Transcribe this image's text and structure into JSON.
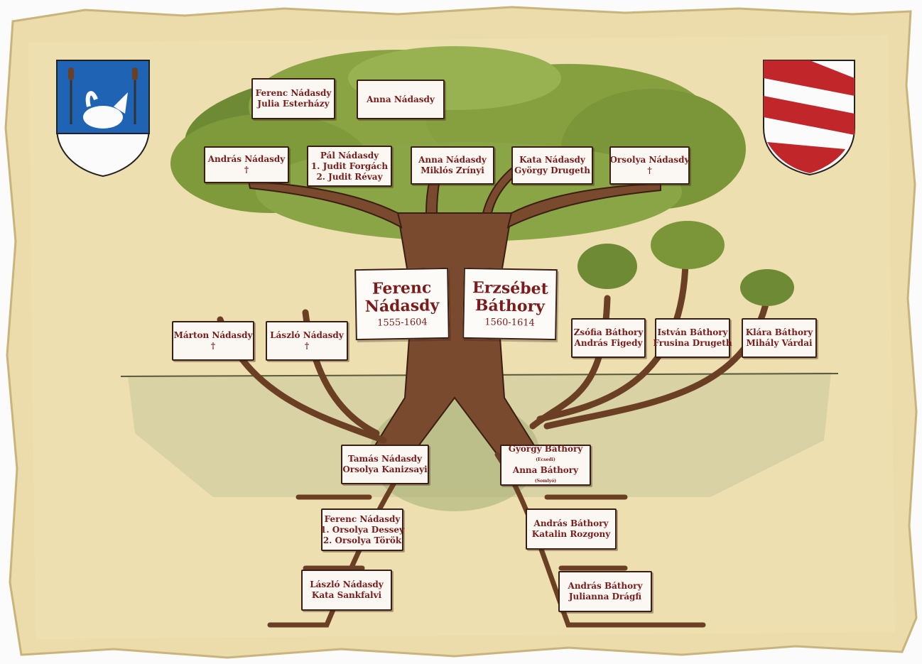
{
  "colors": {
    "parchment": "#eedfb0",
    "trunk": "#7a4a2e",
    "leaf": "#7f9a3a",
    "ink": "#7a1c1c",
    "shield_left": "#1e63b4",
    "shield_right": "#c0262a"
  },
  "crests": {
    "left": "swan-shield-icon",
    "right": "red-white-bend-shield-icon"
  },
  "center": {
    "ferenc": {
      "line1": "Ferenc",
      "line2": "Nádasdy",
      "years": "1555-1604"
    },
    "erzsebet": {
      "line1": "Erzsébet",
      "line2": "Báthory",
      "years": "1560-1614"
    }
  },
  "top_row": {
    "ferenc_julia": {
      "line1": "Ferenc Nádasdy",
      "line2": "Julia Esterházy"
    },
    "anna": {
      "line1": "Anna Nádasdy"
    }
  },
  "children": {
    "andras": {
      "line1": "András Nádasdy",
      "line2": "†"
    },
    "pal": {
      "line1": "Pál Nádasdy",
      "line2": "1. Judit Forgách",
      "line3": "2. Judit Révay"
    },
    "anna_miklos": {
      "line1": "Anna Nádasdy",
      "line2": "Miklós Zrínyi"
    },
    "kata": {
      "line1": "Kata Nádasdy",
      "line2": "György Drugeth"
    },
    "orsolya": {
      "line1": "Orsolya Nádasdy",
      "line2": "†"
    }
  },
  "nadasdy_siblings": {
    "marton": {
      "line1": "Márton Nádasdy",
      "line2": "†"
    },
    "laszlo": {
      "line1": "László Nádasdy",
      "line2": "†"
    }
  },
  "bathory_siblings": {
    "zsofia": {
      "line1": "Zsófia Báthory",
      "line2": "András Figedy"
    },
    "istvan": {
      "line1": "István Báthory",
      "line2": "Frusina Drugeth"
    },
    "klara": {
      "line1": "Klára Báthory",
      "line2": "Mihály Várdai"
    }
  },
  "roots_left": {
    "tamas": {
      "line1": "Tamás Nádasdy",
      "line2": "Orsolya Kanizsayi"
    },
    "ferenc_old": {
      "line1": "Ferenc Nádasdy",
      "line2": "1. Orsolya Dessey",
      "line3": "2. Orsolya Török"
    },
    "laszlo_old": {
      "line1": "László Nádasdy",
      "line2": "Kata Sankfalvi"
    }
  },
  "roots_right": {
    "gyorgy": {
      "line1": "György Báthory",
      "note1": "(Ecsedi)",
      "line2": "Anna Báthory",
      "note2": "(Somlyó)"
    },
    "andras_k": {
      "line1": "András Báthory",
      "line2": "Katalin Rozgony"
    },
    "andras_j": {
      "line1": "András Báthory",
      "line2": "Julianna Drágfi"
    }
  }
}
